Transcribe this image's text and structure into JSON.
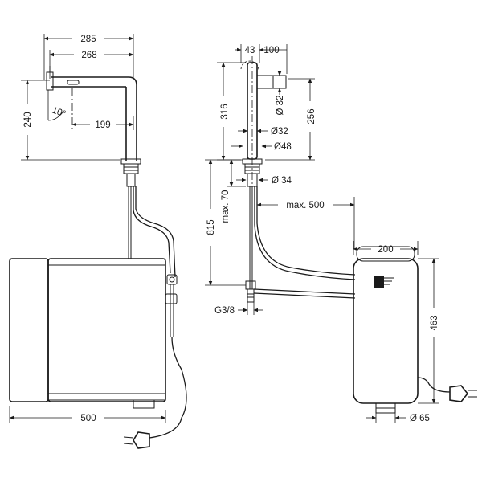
{
  "dimensions": {
    "d285": "285",
    "d268": "268",
    "d240": "240",
    "angle": "10°",
    "d199": "199",
    "d500_width": "500",
    "d43": "43",
    "d100": "100",
    "d316": "316",
    "d256": "256",
    "dia32_vertical": "Ø 32",
    "dia32": "Ø32",
    "dia48": "Ø48",
    "dia34": "Ø 34",
    "max70": "max. 70",
    "d815": "815",
    "max500": "max. 500",
    "d200": "200",
    "d463": "463",
    "thread": "G3/8",
    "dia65": "Ø 65"
  },
  "colors": {
    "line": "#1a1a1a",
    "background": "#ffffff"
  }
}
